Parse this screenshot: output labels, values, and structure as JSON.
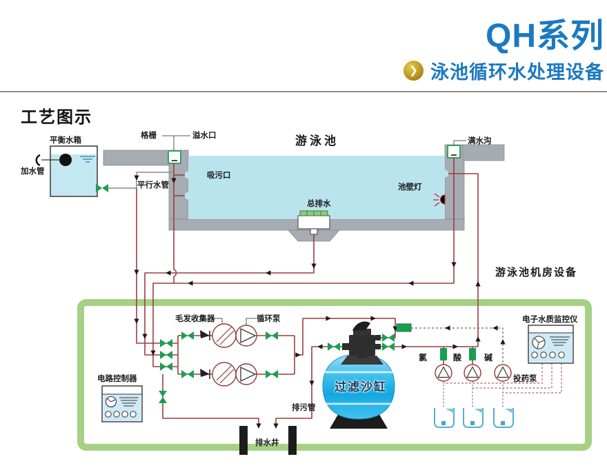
{
  "header": {
    "series": "QH系列",
    "subtitle": "泳池循环水处理设备",
    "badge_glyph": "❯"
  },
  "diagram_title": "工艺图示",
  "pool": {
    "title": "游泳池",
    "balance_tank": "平衡水箱",
    "fill_pipe": "加水管",
    "parallel_pipe": "平行水管",
    "grille": "格栅",
    "overflow_inlet": "溢水口",
    "suction_port": "吸污口",
    "main_drain": "总排水",
    "pool_light": "池壁灯",
    "gutter": "满水沟"
  },
  "machine_room": {
    "title": "游泳池机房设备",
    "hair_collector": "毛发收集器",
    "circulation_pump": "循环泵",
    "circuit_controller": "电路控制器",
    "sand_filter": "过滤沙缸",
    "sewage_pipe": "排污管",
    "drain_well": "排水井",
    "chlorine": "氯",
    "acid": "酸",
    "alkali": "碱",
    "dosing_pump": "投药泵",
    "monitor": "电子水质监控仪"
  },
  "colors": {
    "accent_blue": "#1b79c0",
    "badge_gold": "#bb951f",
    "room_green": "#a6d185",
    "water": "#b9e4ee",
    "deck_gray": "#a6acb2",
    "pipe_red": "#9c3b3b",
    "pipe_gray": "#8a8a8a",
    "valve_green": "#18a050",
    "filter_blue": "#12a7e2"
  }
}
